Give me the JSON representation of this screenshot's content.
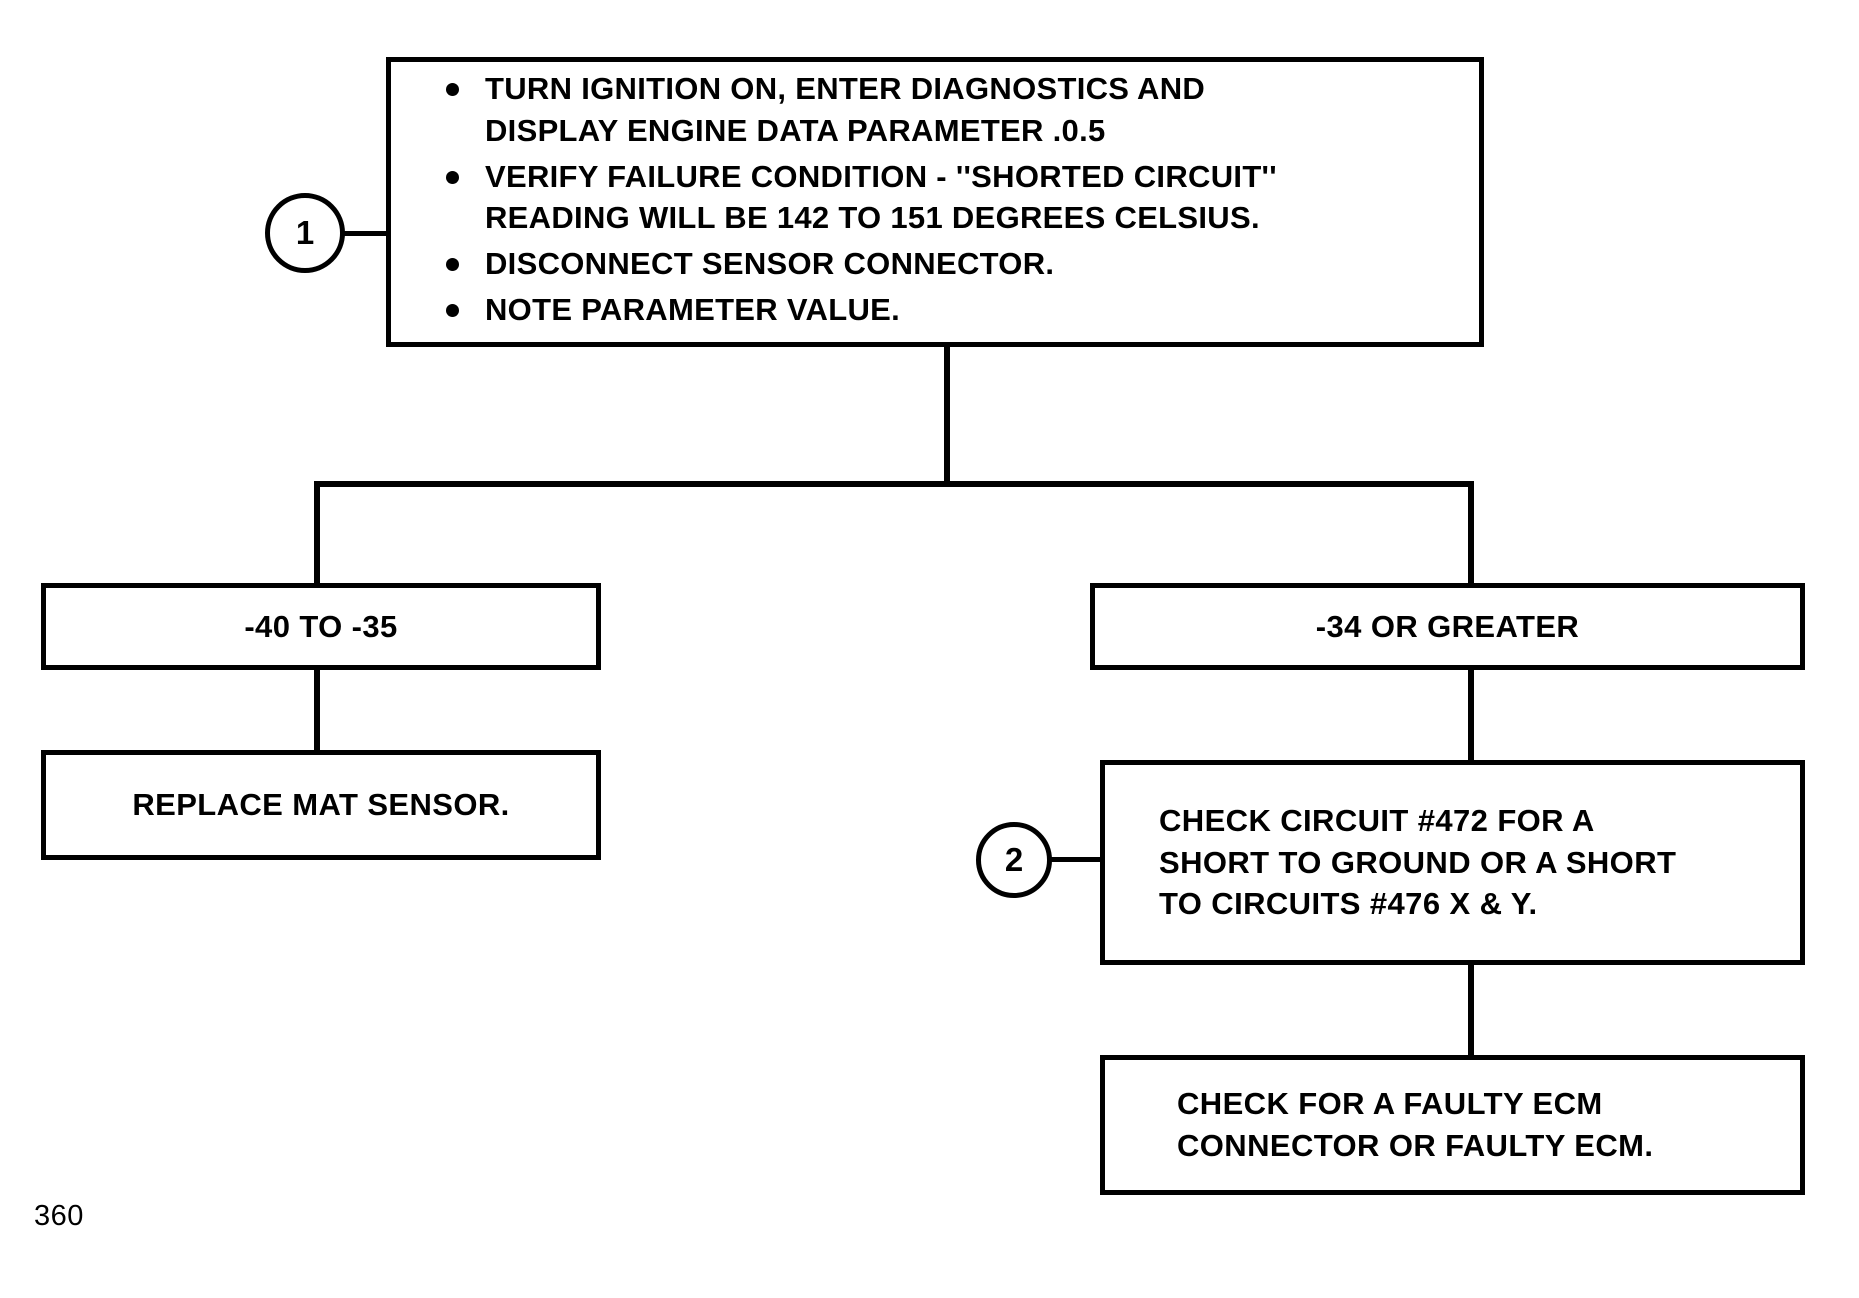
{
  "document": {
    "page_number": "360",
    "diagram_type": "troubleshooting-flowchart"
  },
  "steps": [
    {
      "id": "1",
      "label": "1"
    },
    {
      "id": "2",
      "label": "2"
    }
  ],
  "nodes": {
    "step1_box": {
      "name": "diagnostic-step-1",
      "bullets": [
        "TURN IGNITION ON, ENTER DIAGNOSTICS AND\nDISPLAY ENGINE DATA PARAMETER .0.5",
        "VERIFY FAILURE CONDITION - ''SHORTED CIRCUIT''\nREADING WILL BE 142 TO 151 DEGREES CELSIUS.",
        "DISCONNECT SENSOR CONNECTOR.",
        "NOTE PARAMETER VALUE."
      ]
    },
    "branch_left": {
      "name": "branch-condition-left",
      "text": "-40 TO -35"
    },
    "branch_right": {
      "name": "branch-condition-right",
      "text": "-34 OR GREATER"
    },
    "left_action": {
      "name": "replace-mat-sensor",
      "text": "REPLACE MAT SENSOR."
    },
    "step2_box": {
      "name": "diagnostic-step-2",
      "text": "CHECK CIRCUIT #472 FOR A\nSHORT TO GROUND OR A SHORT\nTO CIRCUITS #476 X & Y."
    },
    "final_action": {
      "name": "check-faulty-ecm",
      "text": "CHECK FOR A FAULTY ECM\nCONNECTOR OR FAULTY ECM."
    }
  },
  "colors": {
    "stroke": "#000000",
    "background": "#ffffff",
    "text": "#000000"
  }
}
